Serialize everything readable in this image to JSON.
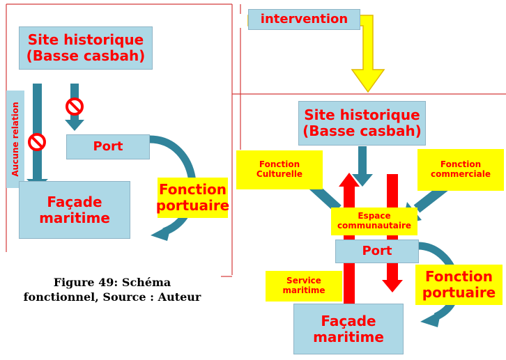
{
  "left": {
    "site_line1": "Site historique",
    "site_line2": "(Basse casbah)",
    "no_relation": "Aucune relation",
    "port": "Port",
    "fonction_line1": "Fonction",
    "fonction_line2": "portuaire",
    "facade_line1": "Façade",
    "facade_line2": "maritime"
  },
  "caption": {
    "line1": "Figure 49: Schéma",
    "line2": "fonctionnel, Source : Auteur"
  },
  "intervention": "intervention",
  "right": {
    "site_line1": "Site historique",
    "site_line2": "(Basse casbah)",
    "culturelle_line1": "Fonction",
    "culturelle_line2": "Culturelle",
    "commerciale_line1": "Fonction",
    "commerciale_line2": "commerciale",
    "espace_line1": "Espace",
    "espace_line2": "communautaire",
    "port": "Port",
    "service_line1": "Service",
    "service_line2": "maritime",
    "fonction_line1": "Fonction",
    "fonction_line2": "portuaire",
    "facade_line1": "Façade",
    "facade_line2": "maritime"
  },
  "colors": {
    "box_blue": "#add8e6",
    "arrow_teal": "#31849b",
    "label_red": "#ff0000",
    "label_yellow": "#ffff00",
    "frame_red": "#d43a3a"
  }
}
